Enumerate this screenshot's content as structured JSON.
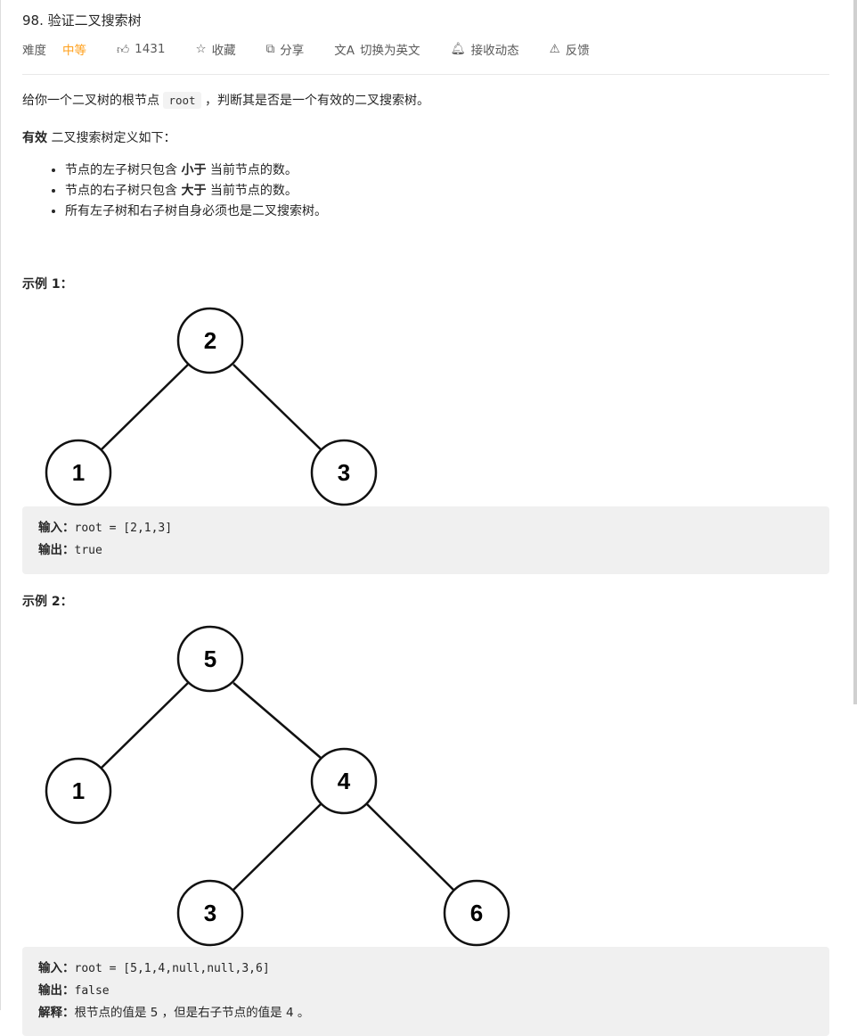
{
  "title": "98. 验证二叉搜索树",
  "meta": {
    "difficulty_label": "难度",
    "difficulty": "中等",
    "likes": "1431",
    "favorite": "收藏",
    "share": "分享",
    "switch_lang": "切换为英文",
    "subscribe": "接收动态",
    "feedback": "反馈"
  },
  "description": {
    "intro_pre": "给你一个二叉树的根节点",
    "intro_code": "root",
    "intro_post": "，判断其是否是一个有效的二叉搜索树。",
    "def_bold": "有效",
    "def_rest": " 二叉搜索树定义如下：",
    "rules": [
      {
        "a": "节点的左子树只包含 ",
        "b": "小于",
        "c": " 当前节点的数。"
      },
      {
        "a": "节点的右子树只包含 ",
        "b": "大于",
        "c": " 当前节点的数。"
      },
      {
        "a": "所有左子树和右子树自身必须也是二叉搜索树。",
        "b": "",
        "c": ""
      }
    ]
  },
  "examples": [
    {
      "title": "示例 1：",
      "nodes": [
        "2",
        "1",
        "3"
      ],
      "input_label": "输入：",
      "input": "root = [2,1,3]",
      "output_label": "输出：",
      "output": "true"
    },
    {
      "title": "示例 2：",
      "nodes": [
        "5",
        "1",
        "4",
        "3",
        "6"
      ],
      "input_label": "输入：",
      "input": "root = [5,1,4,null,null,3,6]",
      "output_label": "输出：",
      "output": "false",
      "explain_label": "解释：",
      "explain": "根节点的值是 5 ，但是右子节点的值是 4 。"
    }
  ]
}
